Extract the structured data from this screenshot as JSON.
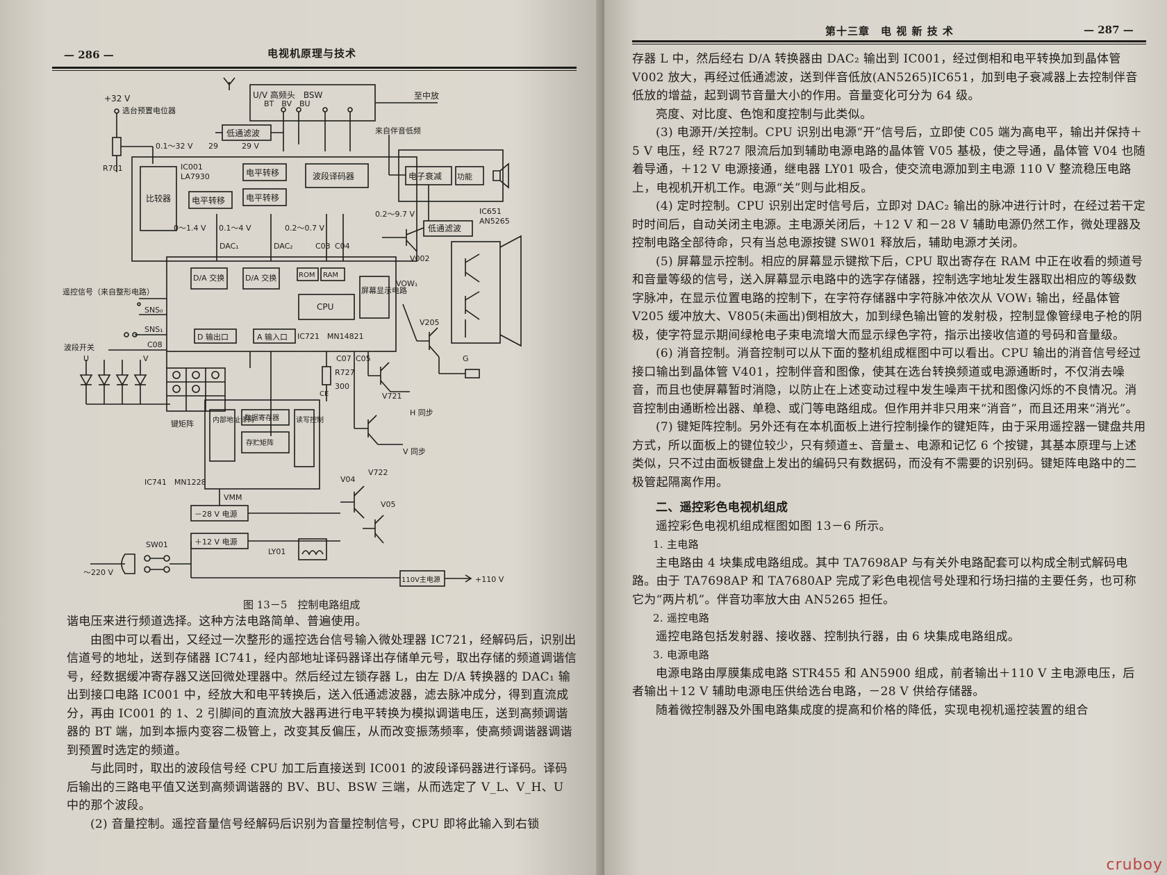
{
  "left_page": {
    "page_number": "— 286 —",
    "running_title": "电视机原理与技术",
    "figure": {
      "caption": "图 13－5　控制电路组成",
      "labels": {
        "plus32": "+32 V",
        "preset": "选台预置电位器",
        "tuner": "U/V 高频头　BSW",
        "tuner_pins": "BT　BV　BU",
        "to_if": "至中放",
        "lpf1": "低通滤波",
        "ic001": "IC001",
        "la7930": "LA7930",
        "voltage_range": "0.1～32 V",
        "pin29": "29",
        "pin29v": "29 V",
        "comparator": "比较器",
        "level1": "电平转移",
        "level2": "电平转移",
        "level3": "电平转移",
        "band_decoder": "波段译码器",
        "audio_in": "来自伴音低频",
        "attenuator": "电子衰减",
        "power_amp": "功能",
        "ic651": "IC651",
        "an5265": "AN5265",
        "v_range2": "0.2～9.7 V",
        "lpf2": "低通滤波",
        "v002": "V002",
        "r701": "R701",
        "v0_1_4": "0～1.4 V",
        "v01_4": "0.1～4 V",
        "v02_07": "0.2～0.7 V",
        "dac1": "DAC₁",
        "dac2": "DAC₂",
        "c03": "C03",
        "c04": "C04",
        "da1": "D/A 交换",
        "da2": "D/A 交换",
        "rom": "ROM",
        "ram": "RAM",
        "osd": "屏幕显示电路",
        "vow": "VOW₁",
        "remote": "遥控信号（来自整形电路）",
        "cpu": "CPU",
        "d_out": "D 输出口",
        "a_in": "A 输入口",
        "ic721": "IC721　MN14821",
        "band_switch": "波段开关",
        "sns0": "SNS₀",
        "sns1": "SNS₁",
        "c08": "C08",
        "c07": "C07",
        "c05": "C05",
        "r727": "R727",
        "r300": "300",
        "v205": "V205",
        "v721": "V721",
        "v722": "V722",
        "hsync": "H 同步",
        "vsync": "V 同步",
        "keymatrix": "键矩阵",
        "ic741": "IC741　MN1228",
        "addr_dec": "内部地址译码",
        "data_reg": "数据寄存器",
        "storage": "存贮矩阵",
        "rw_ctrl": "读写控制",
        "vmm": "VMM",
        "neg28": "－28 V 电源",
        "pos12": "＋12 V 电源",
        "v04": "V04",
        "v05": "V05",
        "ly01": "LY01",
        "sw01": "SW01",
        "ac220": "～220 V",
        "main_psu": "110V主电源",
        "out110": "+110 V",
        "ce": "CE",
        "g": "G",
        "uv_u": "U",
        "uv_v": "V"
      }
    },
    "paragraphs": [
      "谐电压来进行频道选择。这种方法电路简单、普遍使用。",
      "由图中可以看出，又经过一次整形的遥控选台信号输入微处理器 IC721，经解码后，识别出信道号的地址，送到存储器 IC741，经内部地址译码器译出存储单元号，取出存储的频道调谐信号，经数据缓冲寄存器又送回微处理器中。然后经过左锁存器 L，由左 D/A 转换器的 DAC₁ 输出到接口电路 IC001 中，经放大和电平转换后，送入低通滤波器，滤去脉冲成分，得到直流成分，再由 IC001 的 1、2 引脚间的直流放大器再进行电平转换为模拟调谐电压，送到高频调谐器的 BT 端，加到本振内变容二极管上，改变其反偏压，从而改变振荡频率，使高频调谐器调谐到预置时选定的频道。",
      "与此同时，取出的波段信号经 CPU 加工后直接送到 IC001 的波段译码器进行译码。译码后输出的三路电平值又送到高频调谐器的 BV、BU、BSW 三端，从而选定了 V_L、V_H、U 中的那个波段。",
      "(2) 音量控制。遥控音量信号经解码后识别为音量控制信号，CPU 即将此输入到右锁"
    ]
  },
  "right_page": {
    "running_title": "第十三章　电 视 新 技 术",
    "page_number": "— 287 —",
    "paragraphs": [
      "存器 L 中，然后经右 D/A 转换器由 DAC₂ 输出到 IC001，经过倒相和电平转换加到晶体管 V002 放大，再经过低通滤波，送到伴音低放(AN5265)IC651，加到电子衰减器上去控制伴音低放的增益，起到调节音量大小的作用。音量变化可分为 64 级。",
      "亮度、对比度、色饱和度控制与此类似。",
      "(3) 电源开/关控制。CPU 识别出电源“开”信号后，立即使 C05 端为高电平，输出并保持＋5 V 电压，经 R727 限流后加到辅助电源电路的晶体管 V05 基极，使之导通，晶体管 V04 也随着导通，＋12 V 电源接通，继电器 LY01 吸合，使交流电源加到主电源 110 V 整流稳压电路上，电视机开机工作。电源“关”则与此相反。",
      "(4) 定时控制。CPU 识别出定时信号后，立即对 DAC₂ 输出的脉冲进行计时，在经过若干定时时间后，自动关闭主电源。主电源关闭后，＋12 V 和－28 V 辅助电源仍然工作，微处理器及控制电路全部待命，只有当总电源按键 SW01 释放后，辅助电源才关闭。",
      "(5) 屏幕显示控制。相应的屏幕显示键揿下后，CPU 取出寄存在 RAM 中正在收看的频道号和音量等级的信号，送入屏幕显示电路中的选字存储器，控制选字地址发生器取出相应的等级数字脉冲，在显示位置电路的控制下，在字符存储器中字符脉冲依次从 VOW₁ 输出，经晶体管 V205 缓冲放大、V805(未画出)倒相放大，加到绿色输出管的发射极，控制显像管绿电子枪的阴极，使字符显示期间绿枪电子束电流增大而显示绿色字符，指示出接收信道的号码和音量级。",
      "(6) 消音控制。消音控制可以从下面的整机组成框图中可以看出。CPU 输出的消音信号经过接口输出到晶体管 V401，控制伴音和图像，使其在选台转换频道或电源通断时，不仅消去噪音，而且也使屏幕暂时消隐，以防止在上述变动过程中发生噪声干扰和图像闪烁的不良情况。消音控制由通断检出器、单稳、或门等电路组成。但作用并非只用来“消音”，而且还用来“消光”。",
      "(7) 键矩阵控制。另外还有在本机面板上进行控制操作的键矩阵，由于采用遥控器一键盘共用方式，所以面板上的键位较少，只有频道±、音量±、电源和记忆 6 个按键，其基本原理与上述类似，只不过由面板键盘上发出的编码只有数据码，而没有不需要的识别码。键矩阵电路中的二极管起隔离作用。"
    ],
    "section_title": "二、遥控彩色电视机组成",
    "section_intro": "遥控彩色电视机组成框图如图 13－6 所示。",
    "subsections": [
      {
        "heading": "1. 主电路",
        "text": "主电路由 4 块集成电路组成。其中 TA7698AP 与有关外电路配套可以构成全制式解码电路。由于 TA7698AP 和 TA7680AP 完成了彩色电视信号处理和行场扫描的主要任务，也可称它为“两片机”。伴音功率放大由 AN5265 担任。"
      },
      {
        "heading": "2. 遥控电路",
        "text": "遥控电路包括发射器、接收器、控制执行器，由 6 块集成电路组成。"
      },
      {
        "heading": "3. 电源电路",
        "text": "电源电路由厚膜集成电路 STR455 和 AN5900 组成，前者输出＋110 V 主电源电压，后者输出＋12 V 辅助电源电压供给选台电路，－28 V 供给存储器。"
      }
    ],
    "last_line": "随着微控制器及外围电路集成度的提高和价格的降低，实现电视机遥控装置的组合"
  },
  "watermark": "cruboy"
}
